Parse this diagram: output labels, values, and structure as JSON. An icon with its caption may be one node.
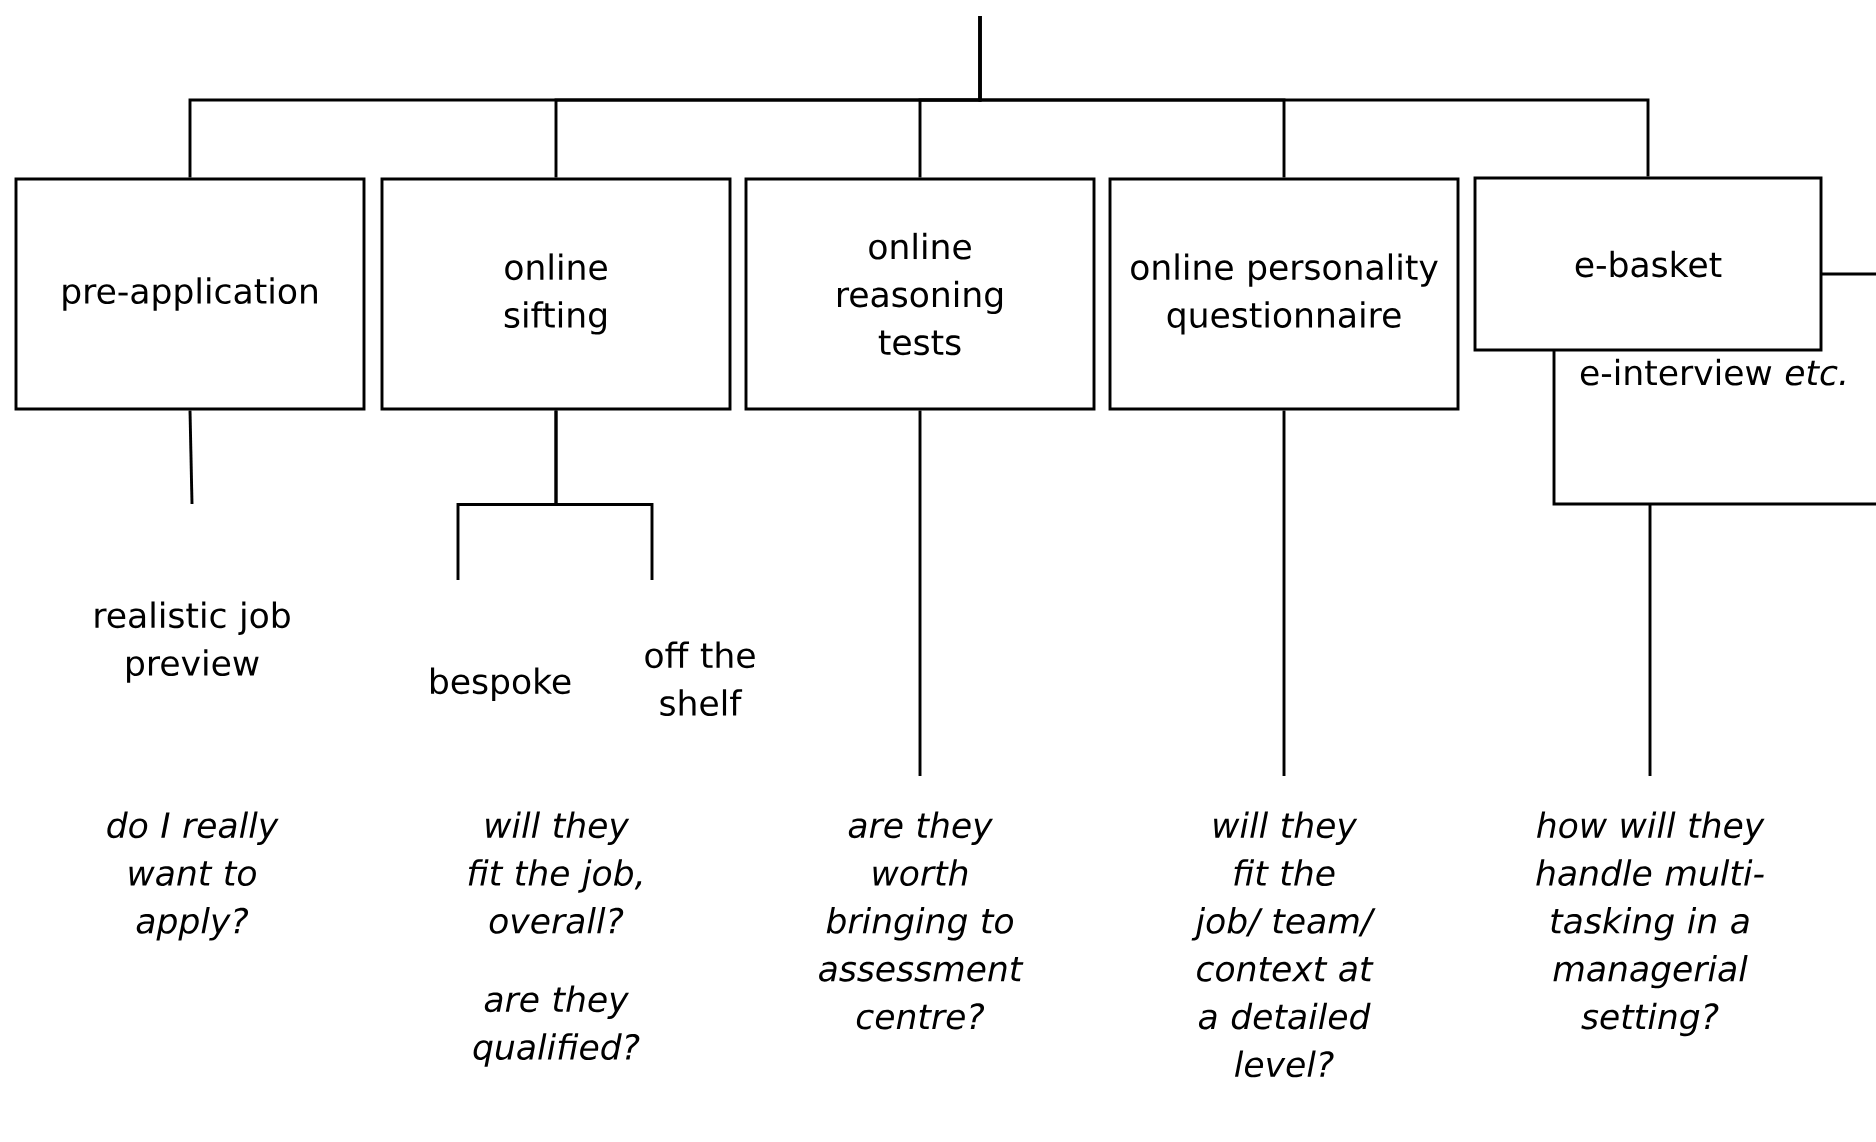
{
  "diagram": {
    "nodes": [
      {
        "text": [
          "pre-application"
        ]
      },
      {
        "text": [
          "online sifting"
        ]
      },
      {
        "text": [
          "online reasoning tests"
        ]
      },
      {
        "text": [
          "online personality questionnaire"
        ]
      },
      {
        "text": [
          "e-basket"
        ]
      },
      {
        "text": [
          "e-interview *etc.*"
        ]
      },
      {
        "text": [
          "realistic job preview"
        ]
      },
      {
        "text": [
          "bespoke"
        ]
      },
      {
        "text": [
          "off the shelf"
        ]
      },
      {
        "text": [
          "are they worth bringing to assessment centre?"
        ]
      },
      {
        "text": [
          "will they fit the job/ team/ context at a detailed level?"
        ]
      },
      {
        "text": [
          "how will they handle multi-tasking in a managerial setting?"
        ]
      }
    ],
    "edges": [
      {
        "from": null,
        "to": 0,
        "arrow": "none"
      },
      {
        "from": null,
        "to": 1,
        "arrow": "none"
      },
      {
        "from": null,
        "to": 2,
        "arrow": "none"
      },
      {
        "from": null,
        "to": 3,
        "arrow": "none"
      },
      {
        "from": null,
        "to": 4,
        "arrow": "none"
      },
      {
        "from": 0,
        "to": 6,
        "arrow": "none"
      },
      {
        "from": 1,
        "to": 7,
        "arrow": "none"
      },
      {
        "from": 1,
        "to": 8,
        "arrow": "none"
      },
      {
        "from": 2,
        "to": 9,
        "arrow": "none"
      },
      {
        "from": 3,
        "to": 10,
        "arrow": "none"
      },
      {
        "from": 5,
        "to": 11,
        "arrow": "none"
      }
    ],
    "labels": [
      "do I really want to apply?",
      "will they fit the job, overall?",
      "are they qualified?"
    ]
  }
}
